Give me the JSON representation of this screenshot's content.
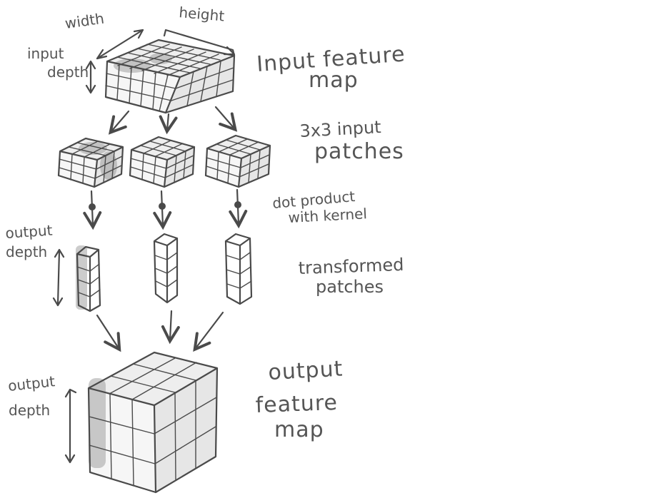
{
  "labels": {
    "width": "width",
    "height": "height",
    "input_depth_1": "input",
    "input_depth_2": "depth",
    "input_feature_map_1": "Input feature",
    "input_feature_map_2": "map",
    "patches_1": "3x3 input",
    "patches_2": "patches",
    "dot_product_1": "dot product",
    "dot_product_2": "with kernel",
    "output_depth_top_1": "output",
    "output_depth_top_2": "depth",
    "transformed_1": "transformed",
    "transformed_2": "patches",
    "output_depth_bottom_1": "output",
    "output_depth_bottom_2": "depth",
    "output_feature_map_1": "output",
    "output_feature_map_2": "feature",
    "output_feature_map_3": "map"
  },
  "colors": {
    "ink": "#4a4a4a",
    "label_ink": "#555555",
    "shade": "#8f8f8f",
    "background": "#ffffff"
  }
}
